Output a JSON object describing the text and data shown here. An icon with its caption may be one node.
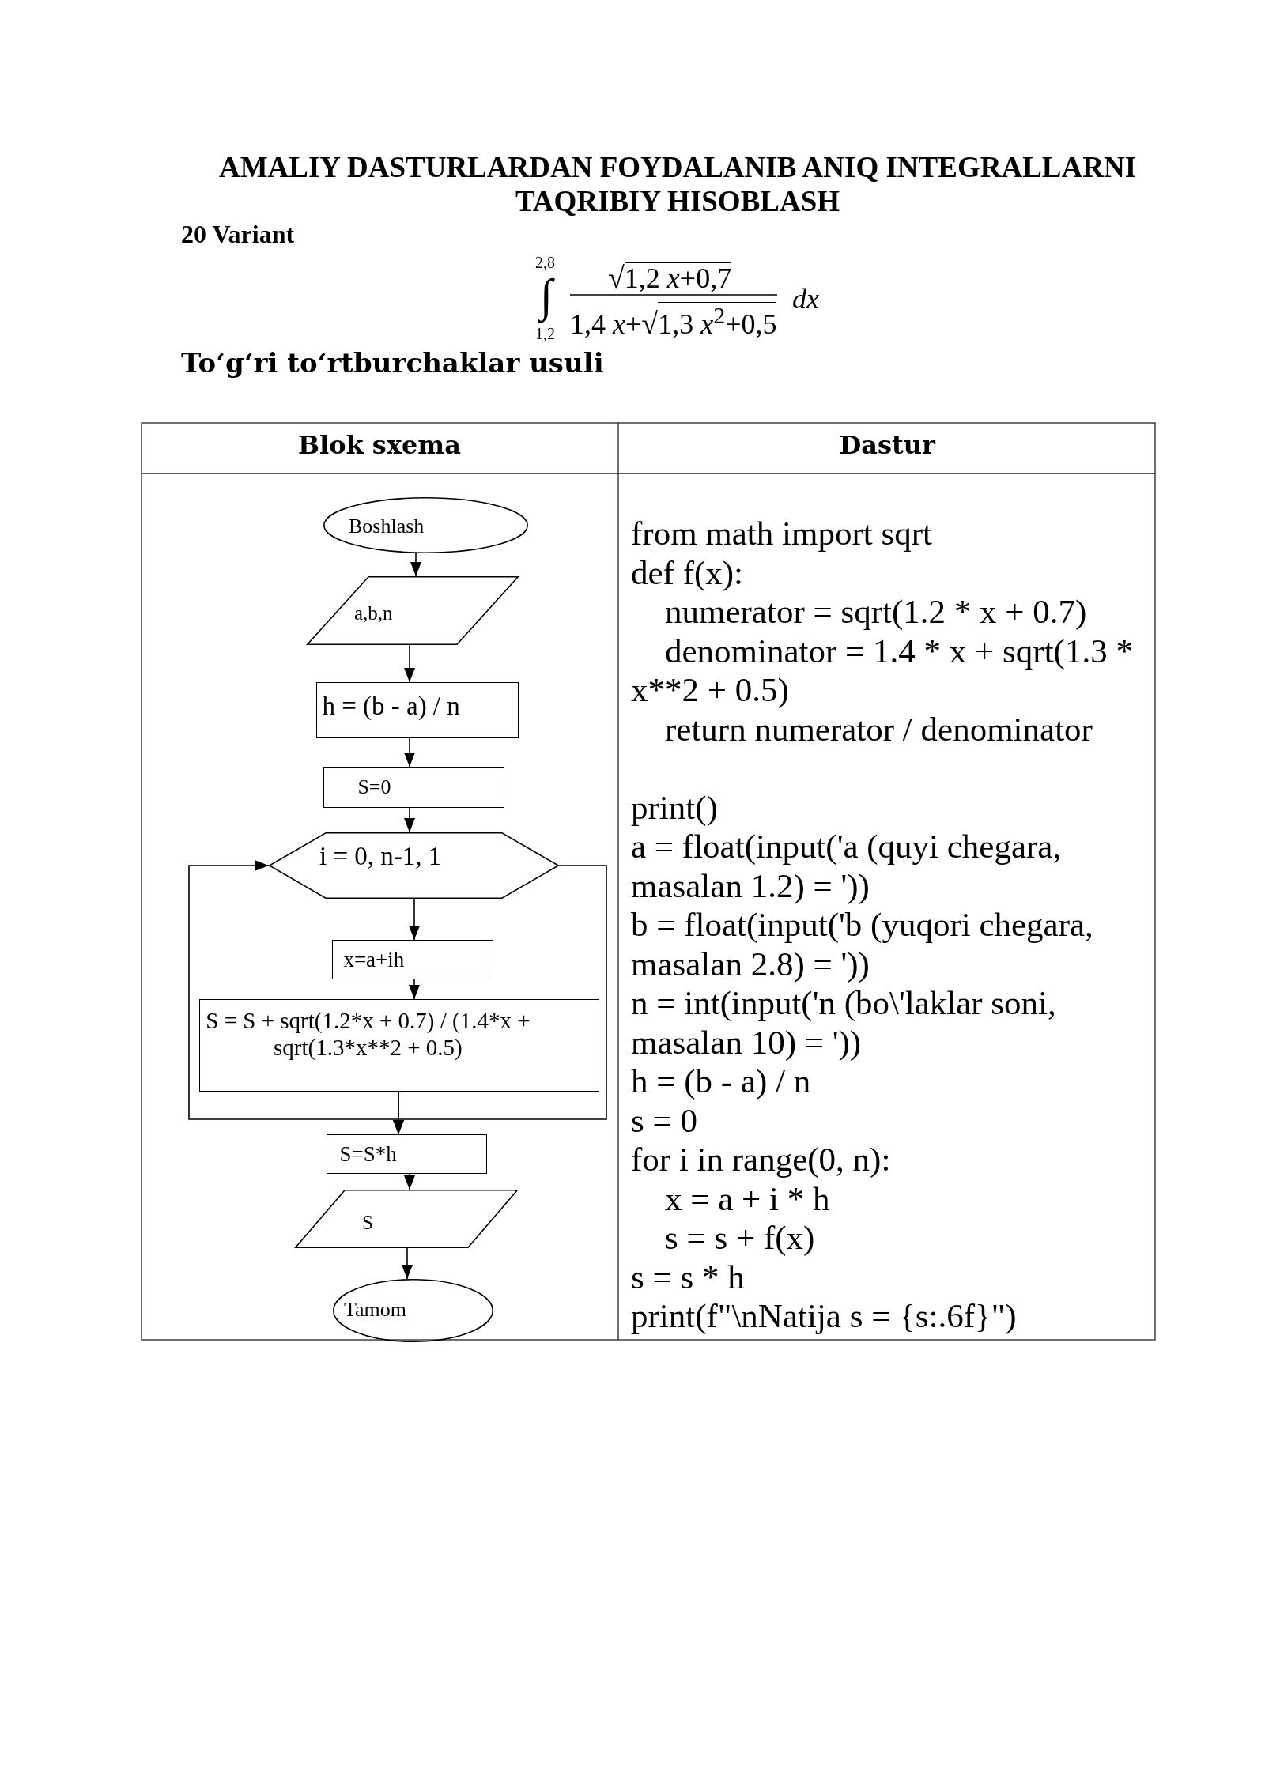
{
  "diagram": {
    "title": "AMALIY DASTURLARDAN FOYDALANIB ANIQ INTEGRALLARNI TAQRIBIY HISOBLASH",
    "nodes": [
      {
        "text": [
          "Boshlash"
        ]
      },
      {
        "text": [
          "a,b,n"
        ]
      },
      {
        "text": [
          "h = (b - a) / n"
        ]
      },
      {
        "text": [
          "S=0"
        ]
      },
      {
        "text": [
          "i = 0, n-1, 1"
        ]
      },
      {
        "text": [
          "x=a+ih"
        ]
      },
      {
        "text": [
          "S = S + sqrt(1.2*x + 0.7) / (1.4*x + sqrt(1.3*x**2 + 0.5)"
        ]
      },
      {
        "text": [
          "S=S*h"
        ]
      },
      {
        "text": [
          "S"
        ]
      },
      {
        "text": [
          "Tamom"
        ]
      }
    ],
    "edges": [
      {
        "from": 0,
        "to": 1,
        "arrow": "to"
      },
      {
        "from": 1,
        "to": 2,
        "arrow": "to"
      },
      {
        "from": 2,
        "to": 3,
        "arrow": "to"
      },
      {
        "from": 3,
        "to": 4,
        "arrow": "to"
      },
      {
        "from": 4,
        "to": 5,
        "arrow": "to"
      },
      {
        "from": 5,
        "to": 6,
        "arrow": "to"
      },
      {
        "from": 6,
        "to": 7,
        "arrow": "to"
      },
      {
        "from": 6,
        "to": 4,
        "arrow": "to"
      },
      {
        "from": 4,
        "to": 7,
        "arrow": "to"
      },
      {
        "from": 7,
        "to": 8,
        "arrow": "to"
      },
      {
        "from": 8,
        "to": 9,
        "arrow": "to"
      }
    ],
    "labels": [
      "20 Variant",
      "2,8",
      "∫",
      "√",
      "1,2 *x*+0,7",
      "dx",
      "1,2",
      "1,4 *x*+",
      "√",
      "1,3 *x*$^{2}$+0,5",
      "To‘g‘ri to‘rtburchaklar usuli",
      "Blok sxema",
      "Dastur",
      "from math import sqrt",
      "def f(x):",
      "numerator = sqrt(1.2 * x + 0.7)",
      "denominator = 1.4 * x + sqrt(1.3 * x**2 + 0.5)",
      "return numerator / denominator",
      "print()",
      "a = float(input('a (quyi chegara, masalan 1.2) = '))",
      "b = float(input('b (yuqori chegara, masalan 2.8) = '))",
      "n = int(input('n (bo\\'laklar soni, masalan 10) = '))",
      "h = (b - a) / n",
      "s = 0",
      "for i in range(0, n):",
      "x = a + i * h",
      "s = s + f(x)",
      "s = s * h",
      "print(f\"\\nNatija s = {s:.6f}\")"
    ]
  }
}
